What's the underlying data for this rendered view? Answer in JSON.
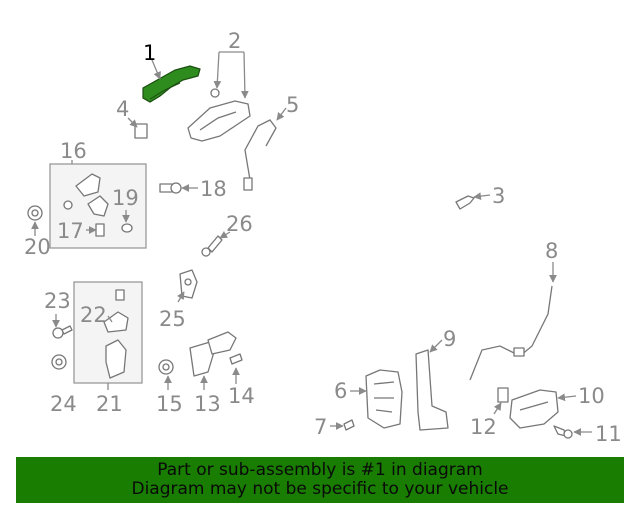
{
  "diagram": {
    "highlight_color": "#2e8b1e",
    "callouts": [
      "1",
      "2",
      "3",
      "4",
      "5",
      "6",
      "7",
      "8",
      "9",
      "10",
      "11",
      "12",
      "13",
      "14",
      "15",
      "16",
      "17",
      "18",
      "19",
      "20",
      "21",
      "22",
      "23",
      "24",
      "25",
      "26"
    ]
  },
  "banner": {
    "background": "#187d00",
    "line1": "Part or sub-assembly is #1 in diagram",
    "line2": "Diagram may not be specific to your vehicle"
  }
}
